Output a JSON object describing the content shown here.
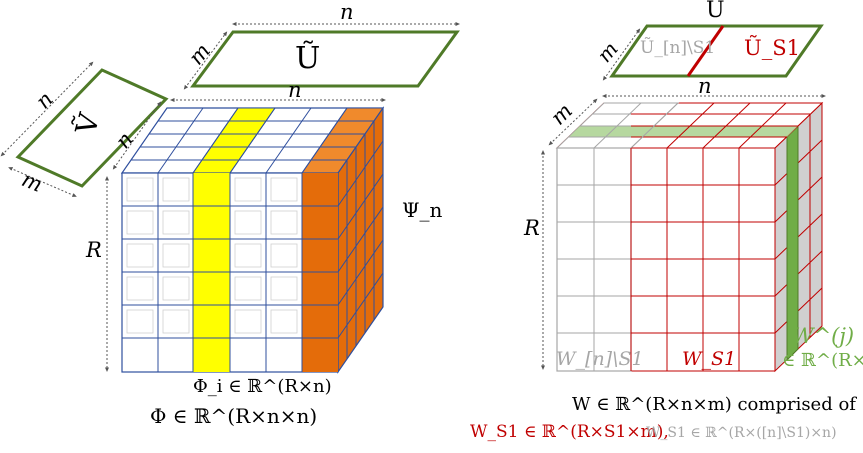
{
  "left_figure": {
    "u_tilde_label": "Ũ",
    "v_tilde_label": "Ṽ",
    "u_width_label": "n",
    "u_height_label": "m",
    "v_width_label": "n",
    "v_height_label": "m",
    "cube_width_label": "n",
    "cube_depth_label": "n",
    "cube_height_label": "R",
    "psi_label": "Ψ_n",
    "phi_i_label": "Φ_i ∈ ℝ^(R×n)",
    "phi_label": "Φ ∈ ℝ^(R×n×n)",
    "colors": {
      "grid": "#2f4f9e",
      "highlight": "#ffff00",
      "orange": "#e46c0a",
      "plate": "#4f7a28"
    }
  },
  "right_figure": {
    "u_tilde_label": "Ũ",
    "u_rest_label": "Ũ_[n]\\S1",
    "u_s1_label": "Ũ_S1",
    "u_height_label": "m",
    "cube_width_label": "n",
    "cube_depth_label": "m",
    "cube_height_label": "R",
    "w_rest_label": "W_[n]\\S1",
    "w_s1_label": "W_S1",
    "w_j_label": "W^(j)",
    "w_j_space_label": "∈ ℝ^(R×n)",
    "caption_line1": "W ∈ ℝ^(R×n×m) comprised of",
    "caption_line2_part1": "W_S1 ∈ ℝ^(R×S1×m),",
    "caption_line2_part2": "W_S1 ∈ ℝ^(R×([n]\\S1)×n)",
    "colors": {
      "red": "#c00000",
      "gray": "#a6a6a6",
      "green": "#70ad47",
      "plate": "#4f7a28"
    }
  }
}
